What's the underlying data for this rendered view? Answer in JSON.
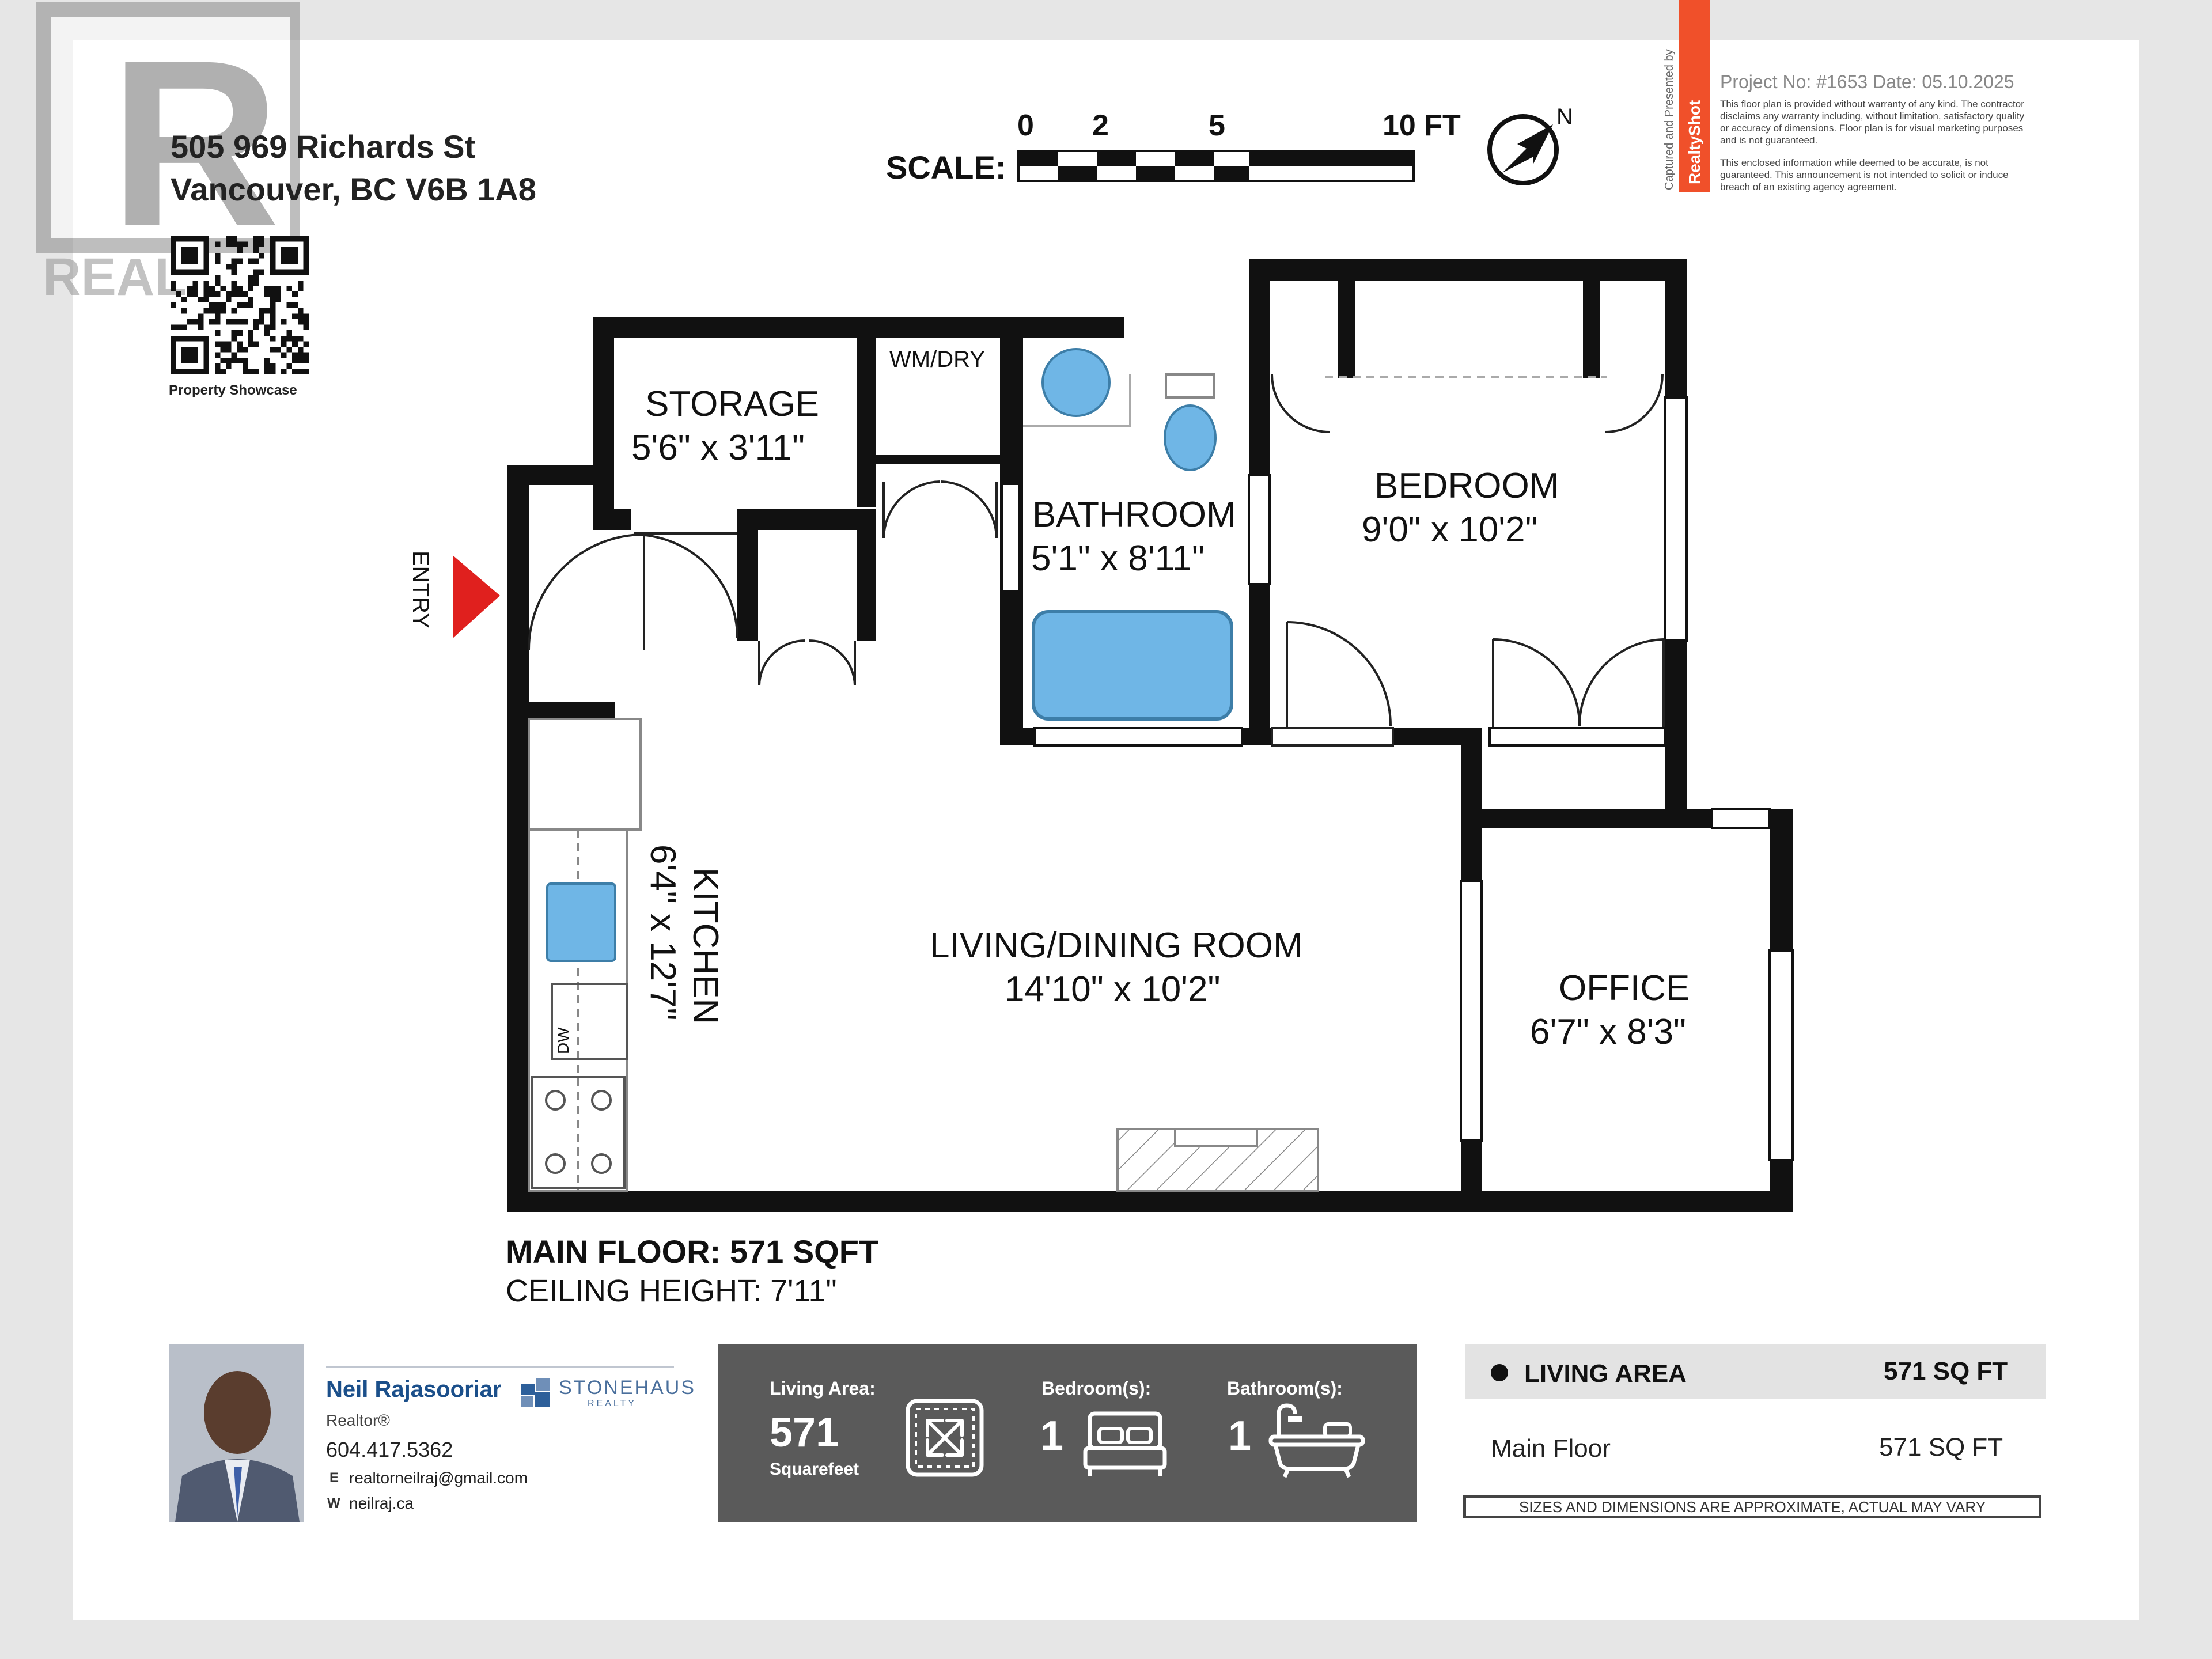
{
  "watermark": {
    "letter": "R",
    "text": "REAL"
  },
  "address": {
    "line1": "505 969 Richards St",
    "line2": "Vancouver, BC V6B 1A8"
  },
  "qr": {
    "caption": "Property Showcase"
  },
  "scale": {
    "label": "SCALE:",
    "ticks": [
      "0",
      "2",
      "5",
      "10 FT"
    ]
  },
  "compass": {
    "north": "N"
  },
  "brand": {
    "side_text": "Captured and Presented by",
    "name": "RealtyShot",
    "accent": "#f0502a"
  },
  "project": {
    "header": "Project No: #1653   Date: 05.10.2025",
    "disclaimer1": [
      "This floor plan is provided without warranty of any kind. The contractor",
      "disclaims any warranty including, without limitation, satisfactory quality",
      "or accuracy of dimensions. Floor plan is for visual marketing purposes",
      "and is not guaranteed."
    ],
    "disclaimer2": [
      "This enclosed information while deemed to be accurate, is not",
      "guaranteed. This announcement is not intended to solicit or induce",
      "breach of an existing agency agreement."
    ]
  },
  "floorplan": {
    "entry": "ENTRY",
    "wmdry": "WM/DRY",
    "dw": "DW",
    "storage": {
      "name": "STORAGE",
      "dims": "5'6\" x 3'11\""
    },
    "bathroom": {
      "name": "BATHROOM",
      "dims": "5'1\" x 8'11\""
    },
    "bedroom": {
      "name": "BEDROOM",
      "dims": "9'0\" x 10'2\""
    },
    "kitchen": {
      "name": "KITCHEN",
      "dims": "6'4\" x 12'7\""
    },
    "living": {
      "name": "LIVING/DINING ROOM",
      "dims": "14'10\" x 10'2\""
    },
    "office": {
      "name": "OFFICE",
      "dims": "6'7\" x 8'3\""
    },
    "fixture_color": "#6fb6e6"
  },
  "floor_summary": {
    "main_floor": "MAIN FLOOR: 571 SQFT",
    "ceiling": "CEILING HEIGHT: 7'11\""
  },
  "agent": {
    "name": "Neil Rajasooriar",
    "brokerage": "STONEHAUS",
    "brokerage_sub": "REALTY",
    "title": "Realtor®",
    "phone": "604.417.5362",
    "email_label": "E",
    "email": "realtorneilraj@gmail.com",
    "web_label": "W",
    "web": "neilraj.ca",
    "name_color": "#1b4f8a"
  },
  "stats": {
    "living_label": "Living Area:",
    "living_value": "571",
    "living_unit": "Squarefeet",
    "bed_label": "Bedroom(s):",
    "bed_value": "1",
    "bath_label": "Bathroom(s):",
    "bath_value": "1",
    "panel_color": "#5a5a5a"
  },
  "area_table": {
    "header_label": "LIVING AREA",
    "header_value": "571 SQ FT",
    "row_label": "Main Floor",
    "row_value": "571 SQ FT",
    "note": "SIZES AND DIMENSIONS ARE APPROXIMATE, ACTUAL MAY VARY"
  }
}
